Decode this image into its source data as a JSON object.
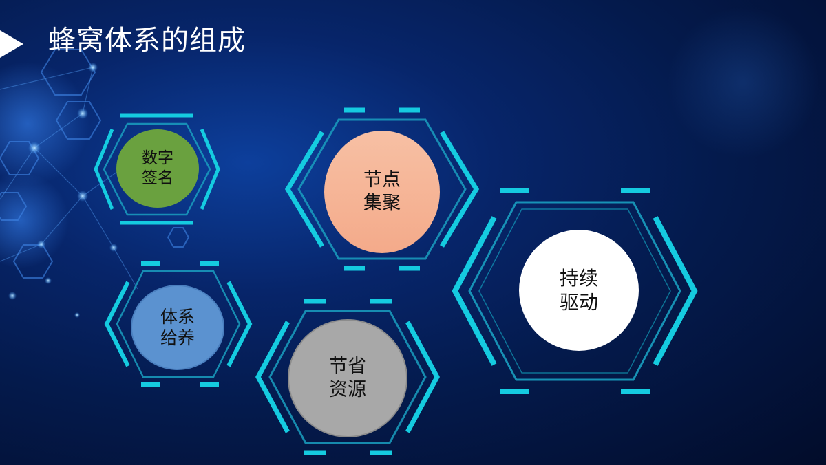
{
  "title": "蜂窝体系的组成",
  "icons": [
    "play-arrow-icon"
  ],
  "colors": {
    "frame": "#15cbe0",
    "frame_inner": "#1a9fc0",
    "signature": "#6aa13f",
    "node_gather": "#f4aa8a",
    "feeding": "#5b92d0",
    "save_resources": "#a8a8a8",
    "drive": "#ffffff"
  },
  "nodes": {
    "signature": {
      "line1": "数字",
      "line2": "签名"
    },
    "gather": {
      "line1": "节点",
      "line2": "集聚"
    },
    "feeding": {
      "line1": "体系",
      "line2": "给养"
    },
    "save": {
      "line1": "节省",
      "line2": "资源"
    },
    "drive": {
      "line1": "持续",
      "line2": "驱动"
    }
  }
}
